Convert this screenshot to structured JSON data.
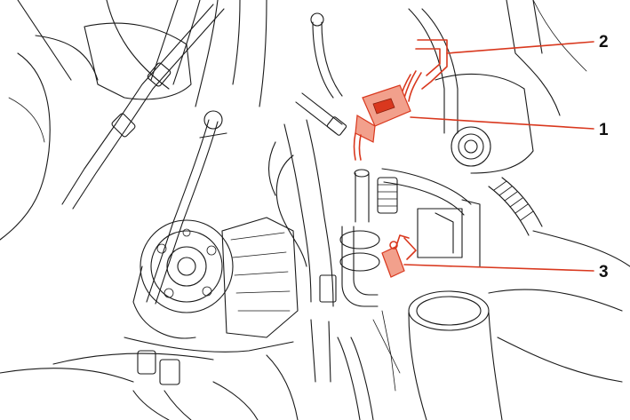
{
  "callouts": [
    {
      "id": "1",
      "label": "1"
    },
    {
      "id": "2",
      "label": "2"
    },
    {
      "id": "3",
      "label": "3"
    }
  ],
  "colors": {
    "highlight": "#d9381e",
    "line": "#1a1a1a",
    "background": "#ffffff"
  }
}
